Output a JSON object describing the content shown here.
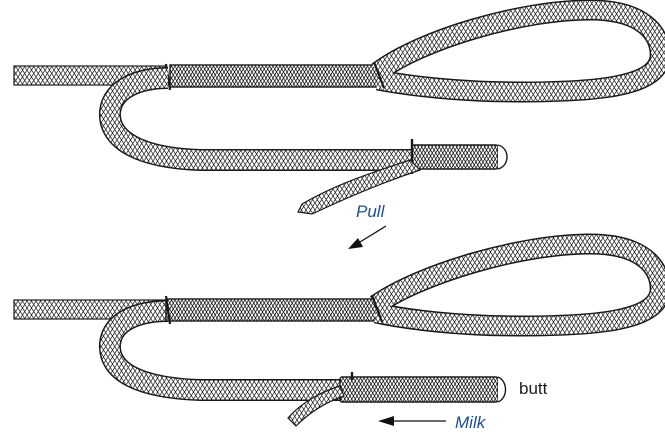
{
  "labels": {
    "pull": "Pull",
    "milk": "Milk",
    "butt": "butt"
  },
  "colors": {
    "rope_outline": "#1a1a1a",
    "rope_fill": "#ffffff",
    "annotation_blue": "#1f4f8f",
    "arrow": "#111111"
  },
  "icons": {
    "pull_arrow": "arrow-down-left-icon",
    "milk_arrow": "arrow-left-icon"
  }
}
